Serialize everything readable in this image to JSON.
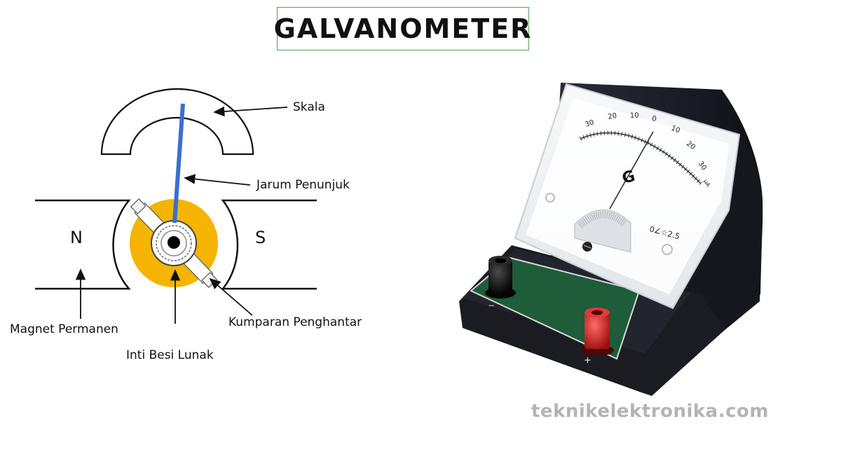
{
  "title": "GALVANOMETER",
  "diagram": {
    "labels": {
      "scale": "Skala",
      "needle": "Jarum Penunjuk",
      "coil": "Kumparan Penghantar",
      "magnet": "Magnet Permanen",
      "core": "Inti Besi Lunak"
    },
    "poles": {
      "north": "N",
      "south": "S"
    },
    "colors": {
      "needle": "#3a6fd0",
      "core": "#f5b400",
      "outline": "#111111"
    }
  },
  "meter_photo": {
    "scale_ticks": [
      "30",
      "20",
      "10",
      "0",
      "10",
      "20",
      "30"
    ],
    "scale_unit": "μA",
    "symbol": "G",
    "spec_text": "0∠☆2.5",
    "terminal_negative": "−",
    "terminal_positive": "+",
    "colors": {
      "body": "#1b1e26",
      "panel": "#1f5c3a",
      "terminal_neg": "#101010",
      "terminal_pos": "#d02020"
    }
  },
  "watermark": "teknikelektronika.com"
}
